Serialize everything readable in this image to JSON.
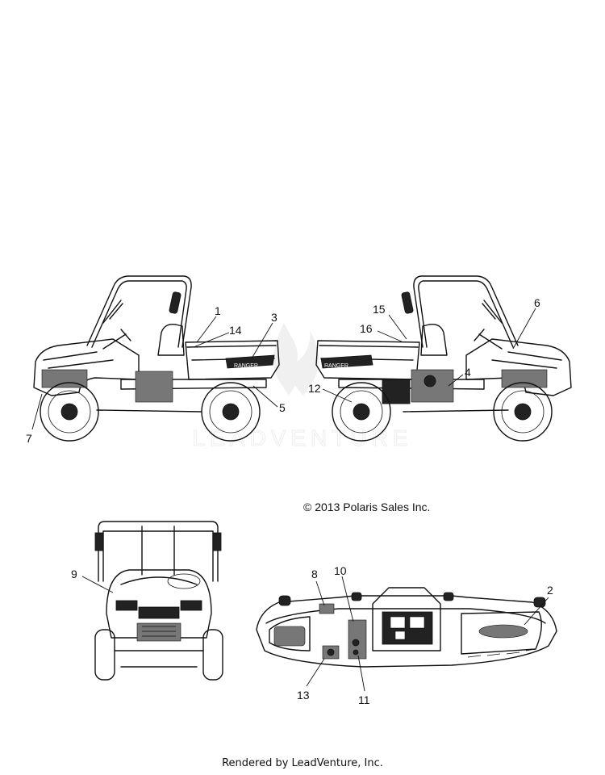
{
  "watermark": {
    "text": "LEADVENTURE"
  },
  "decals": {
    "side_text": "RANGER"
  },
  "callouts": {
    "c1": "1",
    "c2": "2",
    "c3": "3",
    "c4": "4",
    "c5": "5",
    "c6": "6",
    "c7": "7",
    "c8": "8",
    "c9": "9",
    "c10": "10",
    "c11": "11",
    "c12": "12",
    "c13": "13",
    "c14": "14",
    "c15": "15",
    "c16": "16"
  },
  "copyright": "© 2013 Polaris Sales Inc.",
  "footer": "Rendered by LeadVenture, Inc."
}
